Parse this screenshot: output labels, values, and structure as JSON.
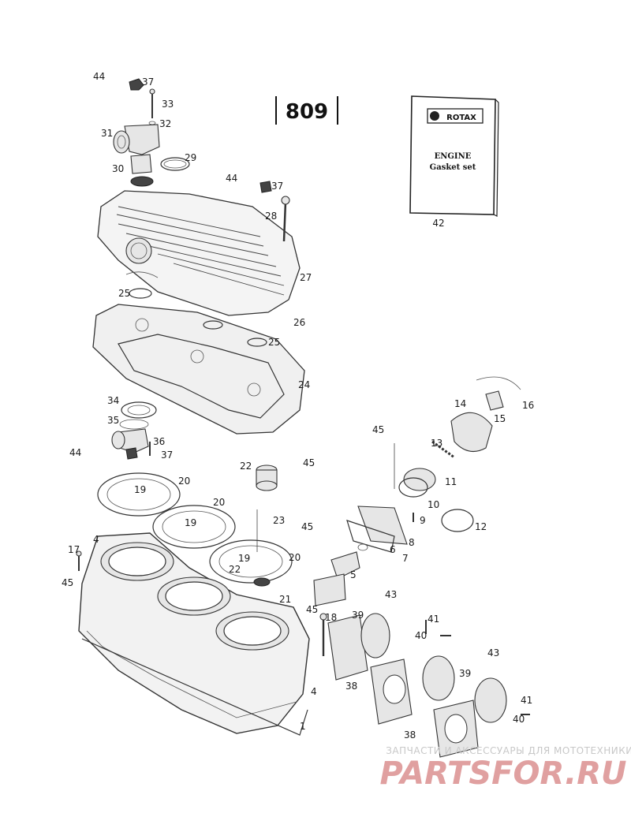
{
  "page_number": "809",
  "manual": {
    "brand": "ROTAX",
    "line1": "ENGINE",
    "line2": "Gasket set",
    "part_no": "42"
  },
  "callouts": [
    {
      "id": "c44a",
      "text": "44"
    },
    {
      "id": "c37a",
      "text": "37"
    },
    {
      "id": "c33",
      "text": "33"
    },
    {
      "id": "c32",
      "text": "32"
    },
    {
      "id": "c31",
      "text": "31"
    },
    {
      "id": "c29",
      "text": "29"
    },
    {
      "id": "c30",
      "text": "30"
    },
    {
      "id": "c44b",
      "text": "44"
    },
    {
      "id": "c37b",
      "text": "37"
    },
    {
      "id": "c28",
      "text": "28"
    },
    {
      "id": "c27",
      "text": "27"
    },
    {
      "id": "c25a",
      "text": "25"
    },
    {
      "id": "c26",
      "text": "26"
    },
    {
      "id": "c25b",
      "text": "25"
    },
    {
      "id": "c24",
      "text": "24"
    },
    {
      "id": "c34",
      "text": "34"
    },
    {
      "id": "c35",
      "text": "35"
    },
    {
      "id": "c36",
      "text": "36"
    },
    {
      "id": "c44c",
      "text": "44"
    },
    {
      "id": "c37c",
      "text": "37"
    },
    {
      "id": "c16",
      "text": "16"
    },
    {
      "id": "c14",
      "text": "14"
    },
    {
      "id": "c15",
      "text": "15"
    },
    {
      "id": "c45a",
      "text": "45"
    },
    {
      "id": "c13",
      "text": "13"
    },
    {
      "id": "c11",
      "text": "11"
    },
    {
      "id": "c10",
      "text": "10"
    },
    {
      "id": "c12",
      "text": "12"
    },
    {
      "id": "c9",
      "text": "9"
    },
    {
      "id": "c8",
      "text": "8"
    },
    {
      "id": "c7",
      "text": "7"
    },
    {
      "id": "c6",
      "text": "6"
    },
    {
      "id": "c5",
      "text": "5"
    },
    {
      "id": "c22a",
      "text": "22"
    },
    {
      "id": "c45b",
      "text": "45"
    },
    {
      "id": "c20a",
      "text": "20"
    },
    {
      "id": "c19a",
      "text": "19"
    },
    {
      "id": "c20b",
      "text": "20"
    },
    {
      "id": "c19b",
      "text": "19"
    },
    {
      "id": "c23",
      "text": "23"
    },
    {
      "id": "c45c",
      "text": "45"
    },
    {
      "id": "c20c",
      "text": "20"
    },
    {
      "id": "c19c",
      "text": "19"
    },
    {
      "id": "c22b",
      "text": "22"
    },
    {
      "id": "c21",
      "text": "21"
    },
    {
      "id": "c17",
      "text": "17"
    },
    {
      "id": "c4a",
      "text": "4"
    },
    {
      "id": "c45d",
      "text": "45"
    },
    {
      "id": "c45e",
      "text": "45"
    },
    {
      "id": "c18",
      "text": "18"
    },
    {
      "id": "c43a",
      "text": "43"
    },
    {
      "id": "c39a",
      "text": "39"
    },
    {
      "id": "c41a",
      "text": "41"
    },
    {
      "id": "c40a",
      "text": "40"
    },
    {
      "id": "c43b",
      "text": "43"
    },
    {
      "id": "c39b",
      "text": "39"
    },
    {
      "id": "c38a",
      "text": "38"
    },
    {
      "id": "c4b",
      "text": "4"
    },
    {
      "id": "c1",
      "text": "1"
    },
    {
      "id": "c41b",
      "text": "41"
    },
    {
      "id": "c40b",
      "text": "40"
    },
    {
      "id": "c38b",
      "text": "38"
    }
  ],
  "watermark": {
    "tagline": "ЗАПЧАСТИ И АКСЕССУАРЫ ДЛЯ МОТОТЕХНИКИ",
    "brand": "PARTSFOR.RU",
    "color": "#e0a0a0"
  }
}
